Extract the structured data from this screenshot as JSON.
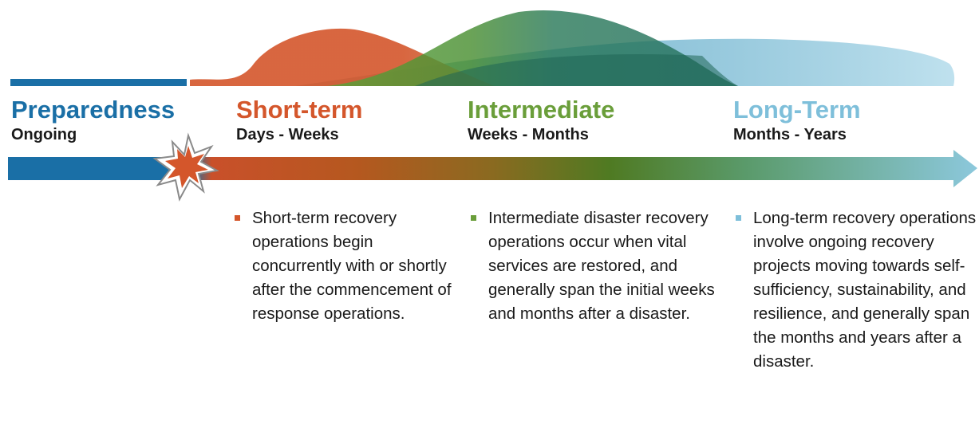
{
  "colors": {
    "preparedness": "#1a6fa6",
    "short_term": "#d4562b",
    "intermediate": "#6a9e3a",
    "long_term": "#7ebfda",
    "text": "#1a1a1a"
  },
  "phases": [
    {
      "title": "Preparedness",
      "subtitle": "Ongoing"
    },
    {
      "title": "Short-term",
      "subtitle": "Days - Weeks"
    },
    {
      "title": "Intermediate",
      "subtitle": "Weeks - Months"
    },
    {
      "title": "Long-Term",
      "subtitle": "Months - Years"
    }
  ],
  "descriptions": [
    "Short-term recovery operations begin concurrently with or shortly after the commencement of response operations.",
    "Intermediate disaster recovery operations occur when vital services are restored, and generally span the initial weeks and months after a disaster.",
    "Long-term recovery operations involve ongoing recovery projects moving towards self-sufficiency, sustainability, and resilience, and generally span the months and years after a disaster."
  ],
  "icons": {
    "disaster_marker": "explosion-burst-icon",
    "bullet": "square-bullet-icon"
  }
}
